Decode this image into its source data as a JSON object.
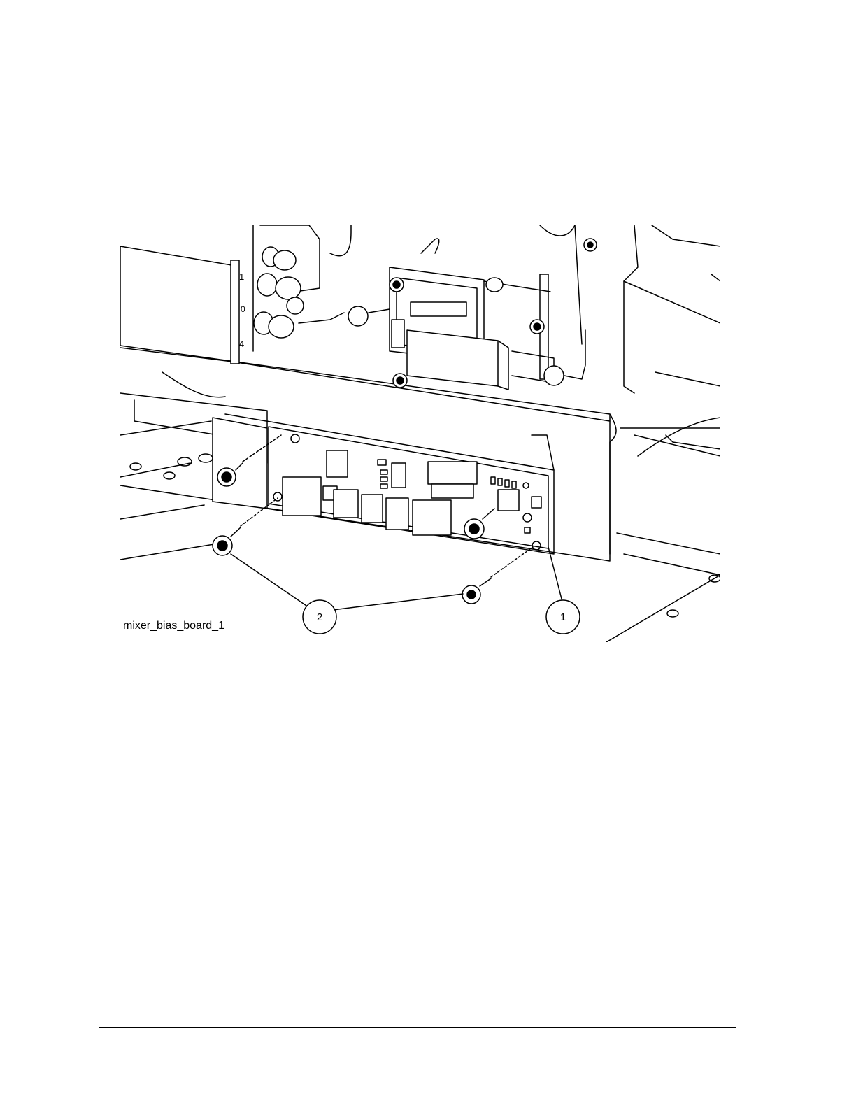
{
  "figure": {
    "label": "mixer_bias_board_1",
    "callouts": [
      {
        "number": "1",
        "part": "mixer-bias-board"
      },
      {
        "number": "2",
        "part": "screws"
      }
    ],
    "panel_marks": [
      "1",
      "0",
      "4"
    ],
    "line_color": "#000000",
    "fill_color": "#ffffff"
  }
}
